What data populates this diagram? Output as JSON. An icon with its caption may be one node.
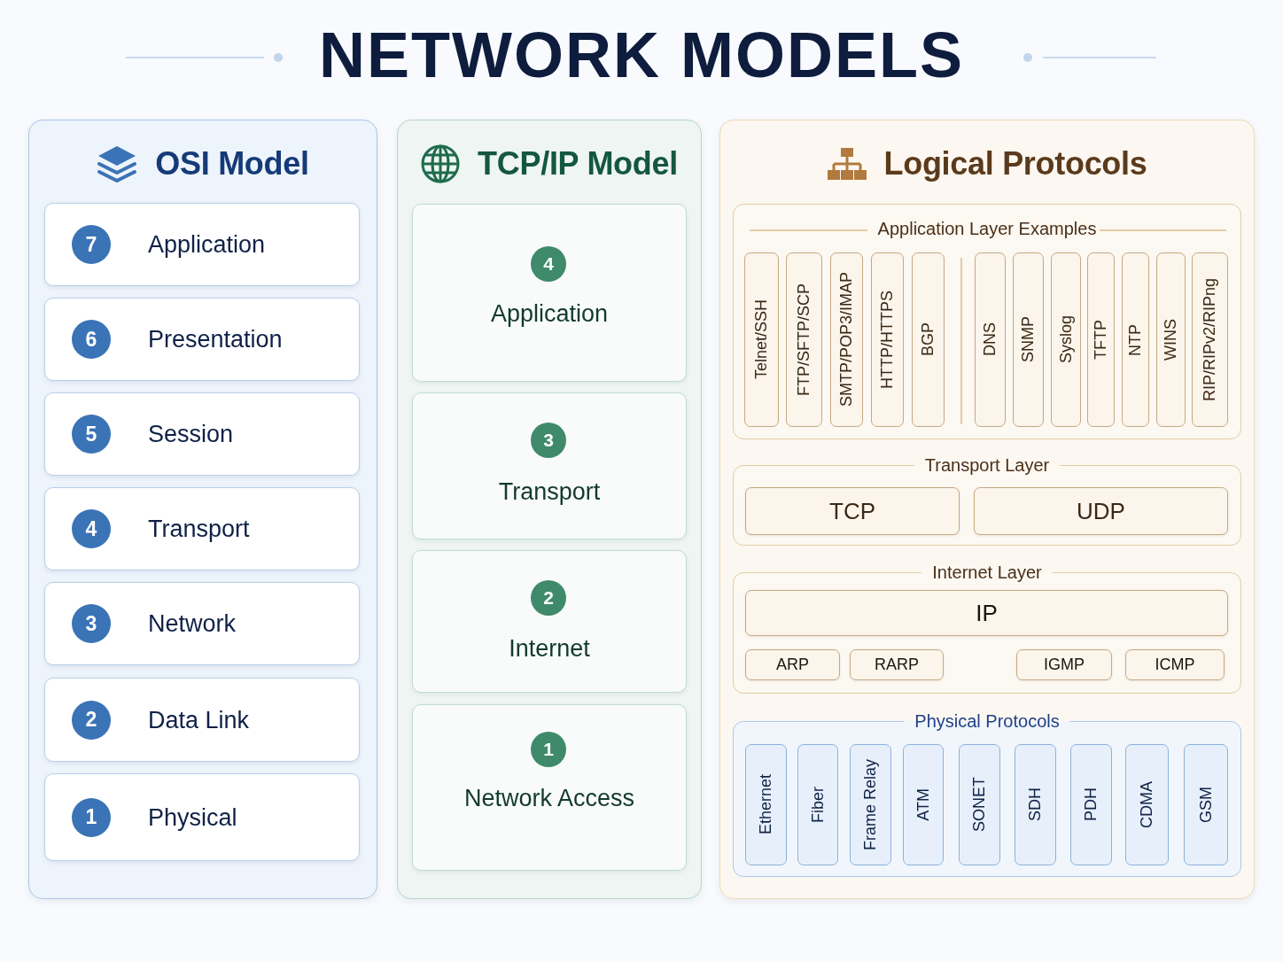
{
  "diagram": {
    "title": "NETWORK MODELS",
    "nodes": [
      {
        "text": [
          "OSI Model"
        ]
      },
      {
        "text": [
          "Application"
        ],
        "in": 0
      },
      {
        "text": [
          "7"
        ],
        "in": 1
      },
      {
        "text": [
          "Presentation"
        ],
        "in": 0
      },
      {
        "text": [
          "6"
        ],
        "in": 3
      },
      {
        "text": [
          "Session"
        ],
        "in": 0
      },
      {
        "text": [
          "5"
        ],
        "in": 5
      },
      {
        "text": [
          "Transport"
        ],
        "in": 0
      },
      {
        "text": [
          "4"
        ],
        "in": 7
      },
      {
        "text": [
          "Network"
        ],
        "in": 0
      },
      {
        "text": [
          "3"
        ],
        "in": 9
      },
      {
        "text": [
          "Data Link"
        ],
        "in": 0
      },
      {
        "text": [
          "2"
        ],
        "in": 11
      },
      {
        "text": [
          "Physical"
        ],
        "in": 0
      },
      {
        "text": [
          "1"
        ],
        "in": 13
      },
      {
        "text": [
          "TCP/IP Model"
        ]
      },
      {
        "text": [
          "Application"
        ],
        "in": 15
      },
      {
        "text": [
          "4"
        ],
        "in": 16
      },
      {
        "text": [
          "Transport"
        ],
        "in": 15
      },
      {
        "text": [
          "3"
        ],
        "in": 18
      },
      {
        "text": [
          "Internet"
        ],
        "in": 15
      },
      {
        "text": [
          "2"
        ],
        "in": 20
      },
      {
        "text": [
          "Network Access"
        ],
        "in": 15
      },
      {
        "text": [
          "1"
        ],
        "in": 22
      },
      {
        "text": [
          "Logical Protocols"
        ]
      },
      {
        "text": [
          "Application Layer Examples"
        ],
        "in": 24
      },
      {
        "text": [
          "Telnet/SSH"
        ],
        "in": 25
      },
      {
        "text": [
          "FTP/SFTP/SCP"
        ],
        "in": 25
      },
      {
        "text": [
          "SMTP/POP3/IMAP"
        ],
        "in": 25
      },
      {
        "text": [
          "HTTP/HTTPS"
        ],
        "in": 25
      },
      {
        "text": [
          "BGP"
        ],
        "in": 25
      },
      {
        "text": [
          "DNS"
        ],
        "in": 25
      },
      {
        "text": [
          "SNMP"
        ],
        "in": 25
      },
      {
        "text": [
          "Syslog"
        ],
        "in": 25
      },
      {
        "text": [
          "TFTP"
        ],
        "in": 25
      },
      {
        "text": [
          "NTP"
        ],
        "in": 25
      },
      {
        "text": [
          "WINS"
        ],
        "in": 25
      },
      {
        "text": [
          "RIP/RIPv2/RIPng"
        ],
        "in": 25
      },
      {
        "text": [
          "Transport Layer"
        ],
        "in": 24
      },
      {
        "text": [
          "TCP"
        ],
        "in": 38
      },
      {
        "text": [
          "UDP"
        ],
        "in": 38
      },
      {
        "text": [
          "Internet Layer"
        ],
        "in": 24
      },
      {
        "text": [
          "IP"
        ],
        "in": 41
      },
      {
        "text": [
          "ARP"
        ],
        "in": 41
      },
      {
        "text": [
          "RARP"
        ],
        "in": 41
      },
      {
        "text": [
          "IGMP"
        ],
        "in": 41
      },
      {
        "text": [
          "ICMP"
        ],
        "in": 41
      },
      {
        "text": [
          "Physical Protocols"
        ],
        "in": 24
      },
      {
        "text": [
          "Ethernet"
        ],
        "in": 47
      },
      {
        "text": [
          "Fiber"
        ],
        "in": 47
      },
      {
        "text": [
          "Frame Relay"
        ],
        "in": 47
      },
      {
        "text": [
          "ATM"
        ],
        "in": 47
      },
      {
        "text": [
          "SONET"
        ],
        "in": 47
      },
      {
        "text": [
          "SDH"
        ],
        "in": 47
      },
      {
        "text": [
          "PDH"
        ],
        "in": 47
      },
      {
        "text": [
          "CDMA"
        ],
        "in": 47
      },
      {
        "text": [
          "GSM"
        ],
        "in": 47
      }
    ]
  }
}
